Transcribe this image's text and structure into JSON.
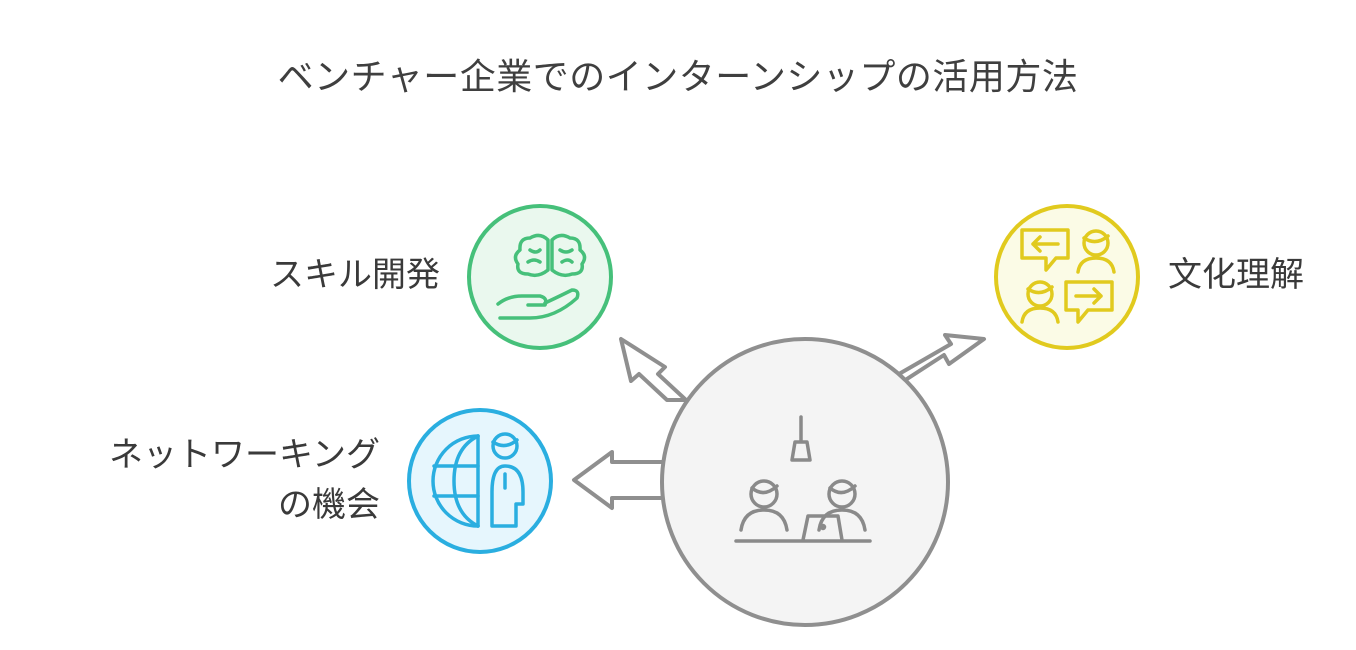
{
  "title": "ベンチャー企業でのインターンシップの活用方法",
  "branches": {
    "skill": {
      "label": "スキル開発",
      "icon": "brain-in-hand-icon",
      "color": "#46c07a",
      "fill": "#eaf8ee"
    },
    "culture": {
      "label": "文化理解",
      "icon": "exchange-conversation-icon",
      "color": "#e1ca1e",
      "fill": "#fbfbe6"
    },
    "network": {
      "label_line1": "ネットワーキング",
      "label_line2": "の機会",
      "icon": "globe-person-icon",
      "color": "#2aaee0",
      "fill": "#e6f6fd"
    }
  },
  "hub": {
    "icon": "interview-meeting-icon",
    "color": "#8a8a8a",
    "fill": "#f4f4f4"
  }
}
